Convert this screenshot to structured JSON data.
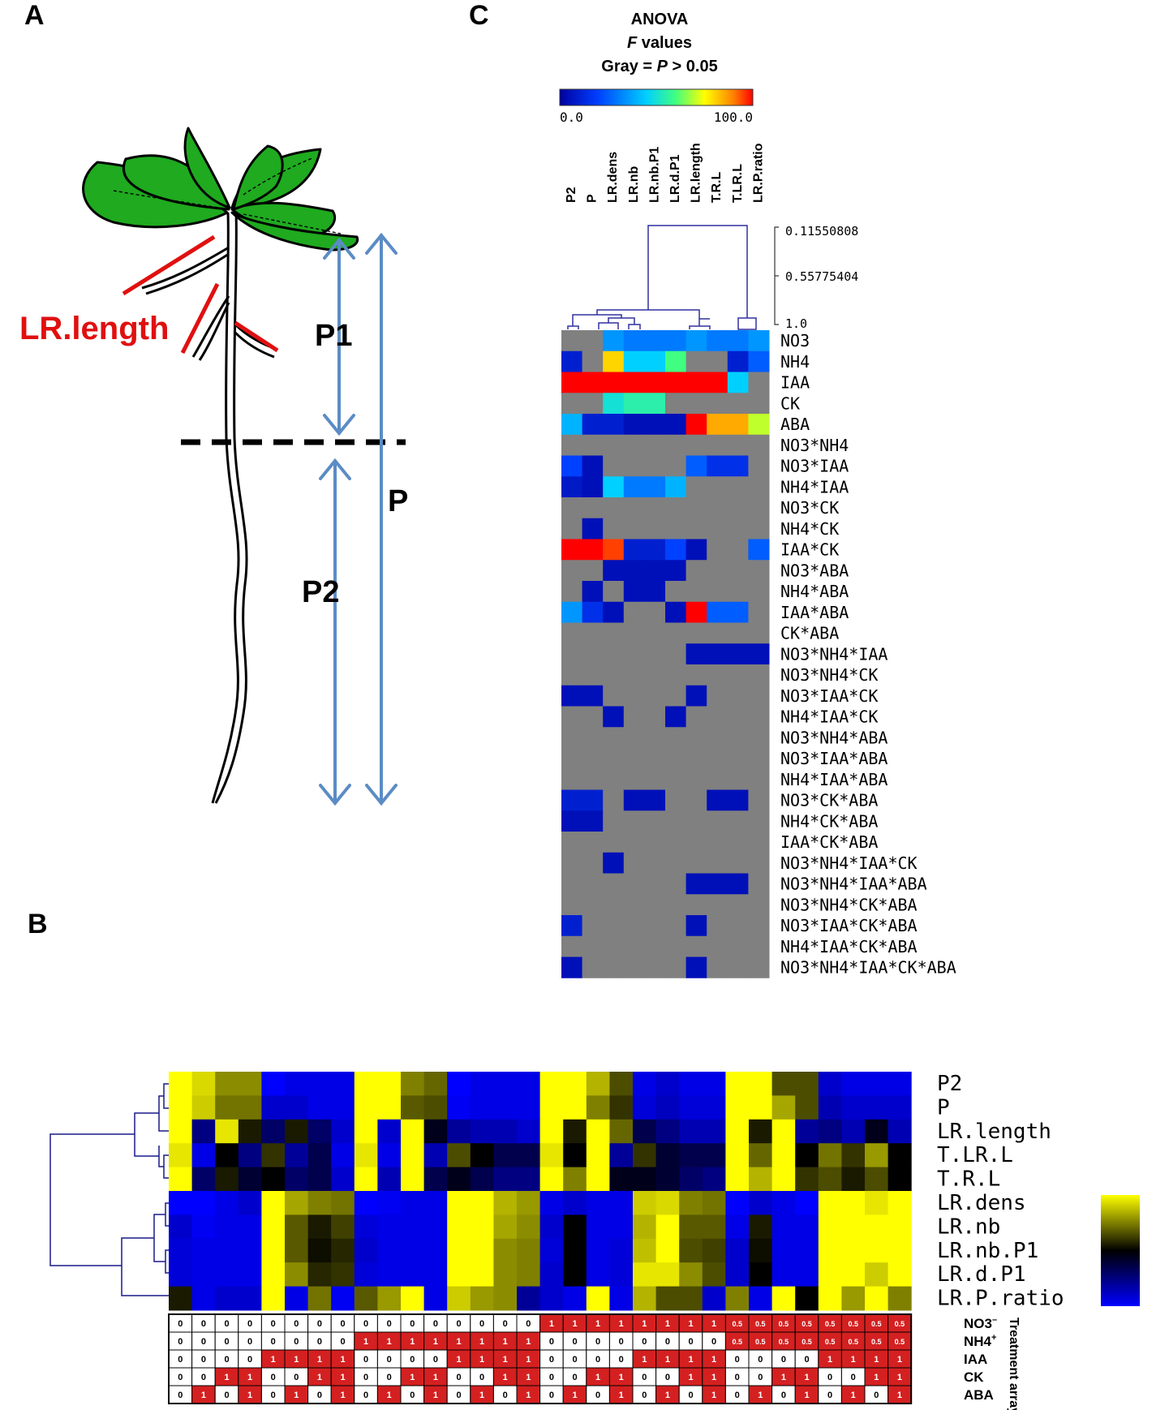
{
  "panels": {
    "a": "A",
    "b": "B",
    "c": "C"
  },
  "panel_a": {
    "lr_length_label": "LR.length",
    "p1_label": "P1",
    "p2_label": "P2",
    "p_label": "P"
  },
  "panel_c": {
    "legend_line1": "ANOVA",
    "legend_line2_italic": "F",
    "legend_line2_rest": "values",
    "legend_line3_prefix": "Gray = ",
    "legend_line3_italic": "P",
    "legend_line3_rest": " > 0.05",
    "scale_min": "0.0",
    "scale_max": "100.0",
    "dendro_ticks": [
      "0.11550808",
      "0.55775404",
      "1.0"
    ],
    "columns": [
      "P2",
      "P",
      "LR.dens",
      "LR.nb",
      "LR.nb.P1",
      "LR.d.P1",
      "LR.length",
      "T.R.L",
      "T.LR.L",
      "LR.P.ratio"
    ],
    "rows": [
      "NO3",
      "NH4",
      "IAA",
      "CK",
      "ABA",
      "NO3*NH4",
      "NO3*IAA",
      "NH4*IAA",
      "NO3*CK",
      "NH4*CK",
      "IAA*CK",
      "NO3*ABA",
      "NH4*ABA",
      "IAA*ABA",
      "CK*ABA",
      "NO3*NH4*IAA",
      "NO3*NH4*CK",
      "NO3*IAA*CK",
      "NH4*IAA*CK",
      "NO3*NH4*ABA",
      "NO3*IAA*ABA",
      "NH4*IAA*ABA",
      "NO3*CK*ABA",
      "NH4*CK*ABA",
      "IAA*CK*ABA",
      "NO3*NH4*IAA*CK",
      "NO3*NH4*IAA*ABA",
      "NO3*NH4*CK*ABA",
      "NO3*IAA*CK*ABA",
      "NH4*IAA*CK*ABA",
      "NO3*NH4*IAA*CK*ABA"
    ],
    "f_values": [
      [
        null,
        null,
        35,
        30,
        30,
        30,
        35,
        30,
        30,
        35
      ],
      [
        10,
        null,
        80,
        45,
        45,
        60,
        null,
        null,
        10,
        25
      ],
      [
        100,
        100,
        100,
        100,
        100,
        100,
        100,
        100,
        45,
        null
      ],
      [
        null,
        null,
        50,
        55,
        55,
        null,
        null,
        null,
        null,
        null
      ],
      [
        40,
        10,
        10,
        5,
        5,
        5,
        100,
        85,
        85,
        70
      ],
      [
        null,
        null,
        null,
        null,
        null,
        null,
        null,
        null,
        null,
        null
      ],
      [
        20,
        5,
        null,
        null,
        null,
        null,
        25,
        15,
        15,
        null
      ],
      [
        8,
        5,
        45,
        30,
        30,
        40,
        null,
        null,
        null,
        null
      ],
      [
        null,
        null,
        null,
        null,
        null,
        null,
        null,
        null,
        null,
        null
      ],
      [
        null,
        5,
        null,
        null,
        null,
        null,
        null,
        null,
        null,
        null
      ],
      [
        100,
        100,
        95,
        10,
        10,
        20,
        5,
        null,
        null,
        25
      ],
      [
        null,
        null,
        5,
        5,
        5,
        5,
        null,
        null,
        null,
        null
      ],
      [
        null,
        5,
        null,
        5,
        5,
        null,
        null,
        null,
        null,
        null
      ],
      [
        35,
        15,
        5,
        null,
        null,
        5,
        100,
        25,
        25,
        null
      ],
      [
        null,
        null,
        null,
        null,
        null,
        null,
        null,
        null,
        null,
        null
      ],
      [
        null,
        null,
        null,
        null,
        null,
        null,
        5,
        5,
        5,
        5
      ],
      [
        null,
        null,
        null,
        null,
        null,
        null,
        null,
        null,
        null,
        null
      ],
      [
        5,
        5,
        null,
        null,
        null,
        null,
        5,
        null,
        null,
        null
      ],
      [
        null,
        null,
        5,
        null,
        null,
        5,
        null,
        null,
        null,
        null
      ],
      [
        null,
        null,
        null,
        null,
        null,
        null,
        null,
        null,
        null,
        null
      ],
      [
        null,
        null,
        null,
        null,
        null,
        null,
        null,
        null,
        null,
        null
      ],
      [
        null,
        null,
        null,
        null,
        null,
        null,
        null,
        null,
        null,
        null
      ],
      [
        10,
        10,
        null,
        5,
        5,
        null,
        null,
        5,
        5,
        null
      ],
      [
        5,
        5,
        null,
        null,
        null,
        null,
        null,
        null,
        null,
        null
      ],
      [
        null,
        null,
        null,
        null,
        null,
        null,
        null,
        null,
        null,
        null
      ],
      [
        null,
        null,
        5,
        null,
        null,
        null,
        null,
        null,
        null,
        null
      ],
      [
        null,
        null,
        null,
        null,
        null,
        null,
        5,
        5,
        5,
        null
      ],
      [
        null,
        null,
        null,
        null,
        null,
        null,
        null,
        null,
        null,
        null
      ],
      [
        10,
        null,
        null,
        null,
        null,
        null,
        5,
        null,
        null,
        null
      ],
      [
        null,
        null,
        null,
        null,
        null,
        null,
        null,
        null,
        null,
        null
      ],
      [
        5,
        null,
        null,
        null,
        null,
        null,
        5,
        null,
        null,
        null
      ]
    ],
    "colors": {
      "gray": "#808080"
    }
  },
  "panel_b": {
    "rows": [
      "P2",
      "P",
      "LR.length",
      "T.LR.L",
      "T.R.L",
      "LR.dens",
      "LR.nb",
      "LR.nb.P1",
      "LR.d.P1",
      "LR.P.ratio"
    ],
    "values": [
      [
        1,
        0.85,
        0.55,
        0.55,
        -1,
        -0.9,
        -0.9,
        -0.9,
        1,
        1,
        0.5,
        0.4,
        -1,
        -0.9,
        -0.9,
        -0.9,
        1,
        1,
        0.7,
        0.3,
        -0.9,
        -0.8,
        -0.9,
        -0.9,
        1,
        1,
        0.3,
        0.3,
        -0.8,
        -0.9,
        -0.9,
        -0.9
      ],
      [
        1,
        0.8,
        0.45,
        0.45,
        -0.8,
        -0.8,
        -0.9,
        -0.9,
        1,
        1,
        0.35,
        0.3,
        -0.95,
        -0.9,
        -0.9,
        -0.9,
        1,
        1,
        0.5,
        0.2,
        -0.85,
        -0.75,
        -0.85,
        -0.85,
        1,
        1,
        0.65,
        0.3,
        -0.7,
        -0.8,
        -0.8,
        -0.8
      ],
      [
        1,
        -0.5,
        0.9,
        0.1,
        -0.4,
        0.1,
        -0.4,
        -0.8,
        1,
        -0.8,
        1,
        -0.1,
        -0.6,
        -0.7,
        -0.7,
        -0.8,
        1,
        0.1,
        1,
        0.4,
        -0.3,
        -0.5,
        -0.7,
        -0.7,
        1,
        0.1,
        1,
        -0.6,
        -0.5,
        -0.7,
        -0.1,
        -0.7
      ],
      [
        0.9,
        -0.9,
        0,
        -0.5,
        0.2,
        -0.6,
        -0.3,
        -0.9,
        0.9,
        -0.9,
        1,
        -0.7,
        0.3,
        0,
        -0.3,
        -0.3,
        0.9,
        0,
        1,
        -0.6,
        0.2,
        -0.2,
        -0.3,
        -0.3,
        1,
        0.4,
        1,
        0,
        0.45,
        0.2,
        0.6,
        0
      ],
      [
        1,
        -0.4,
        0.1,
        -0.2,
        0,
        -0.4,
        -0.3,
        -0.8,
        1,
        -0.7,
        1,
        -0.3,
        -0.1,
        -0.3,
        -0.5,
        -0.5,
        1,
        0.5,
        1,
        -0.1,
        -0.1,
        -0.2,
        -0.4,
        -0.5,
        1,
        0.7,
        1,
        0.2,
        0.3,
        0.1,
        0.3,
        0
      ],
      [
        -1,
        -1,
        -0.9,
        -0.8,
        1,
        0.65,
        0.5,
        0.45,
        -1,
        -0.95,
        -0.9,
        -0.9,
        1,
        1,
        0.7,
        0.6,
        -0.9,
        -0.8,
        -0.9,
        -0.9,
        0.8,
        0.85,
        0.5,
        0.45,
        -1,
        -0.8,
        -0.9,
        -1,
        1,
        1,
        0.9,
        1
      ],
      [
        -0.8,
        -0.95,
        -0.9,
        -0.9,
        1,
        0.35,
        0.1,
        0.25,
        -0.85,
        -0.9,
        -0.9,
        -0.9,
        1,
        1,
        0.65,
        0.55,
        -0.8,
        0,
        -0.9,
        -0.9,
        0.7,
        1,
        0.35,
        0.35,
        -0.9,
        0.1,
        -0.9,
        -0.9,
        1,
        1,
        1,
        1
      ],
      [
        -0.85,
        -0.9,
        -0.9,
        -0.9,
        1,
        0.35,
        0.05,
        0.15,
        -0.8,
        -0.9,
        -0.9,
        -0.9,
        1,
        1,
        0.55,
        0.5,
        -0.85,
        0,
        -0.9,
        -0.85,
        0.75,
        1,
        0.3,
        0.25,
        -0.8,
        0.05,
        -0.9,
        -0.9,
        1,
        1,
        1,
        1
      ],
      [
        -0.85,
        -0.9,
        -0.9,
        -0.9,
        1,
        0.55,
        0.15,
        0.2,
        -0.85,
        -0.9,
        -0.9,
        -0.9,
        1,
        1,
        0.55,
        0.5,
        -0.8,
        0,
        -0.9,
        -0.85,
        0.9,
        0.9,
        0.55,
        0.3,
        -0.8,
        0,
        -0.9,
        -0.9,
        1,
        1,
        0.8,
        1
      ],
      [
        0.1,
        -0.9,
        -0.8,
        -0.8,
        1,
        -0.9,
        0.45,
        -0.95,
        0.35,
        0.6,
        1,
        -0.9,
        0.8,
        0.6,
        0.55,
        -0.6,
        -0.8,
        -0.9,
        1,
        -0.9,
        0.7,
        0.3,
        0.3,
        -0.8,
        0.5,
        -0.9,
        1,
        0,
        1,
        0.6,
        1,
        0.5
      ]
    ],
    "colors": {
      "high": "#ffff00",
      "mid": "#000000",
      "low": "#0000ff"
    },
    "treatment_rows": [
      "NO3",
      "NH4",
      "IAA",
      "CK",
      "ABA"
    ],
    "treatment_sub": [
      "–",
      "+",
      "",
      "",
      ""
    ],
    "treatment_values": [
      [
        "0",
        "0",
        "0",
        "0",
        "0",
        "0",
        "0",
        "0",
        "0",
        "0",
        "0",
        "0",
        "0",
        "0",
        "0",
        "0",
        "1",
        "1",
        "1",
        "1",
        "1",
        "1",
        "1",
        "1",
        "0.5",
        "0.5",
        "0.5",
        "0.5",
        "0.5",
        "0.5",
        "0.5",
        "0.5"
      ],
      [
        "0",
        "0",
        "0",
        "0",
        "0",
        "0",
        "0",
        "0",
        "1",
        "1",
        "1",
        "1",
        "1",
        "1",
        "1",
        "1",
        "0",
        "0",
        "0",
        "0",
        "0",
        "0",
        "0",
        "0",
        "0.5",
        "0.5",
        "0.5",
        "0.5",
        "0.5",
        "0.5",
        "0.5",
        "0.5"
      ],
      [
        "0",
        "0",
        "0",
        "0",
        "1",
        "1",
        "1",
        "1",
        "0",
        "0",
        "0",
        "0",
        "1",
        "1",
        "1",
        "1",
        "0",
        "0",
        "0",
        "0",
        "1",
        "1",
        "1",
        "1",
        "0",
        "0",
        "0",
        "0",
        "1",
        "1",
        "1",
        "1"
      ],
      [
        "0",
        "0",
        "1",
        "1",
        "0",
        "0",
        "1",
        "1",
        "0",
        "0",
        "1",
        "1",
        "0",
        "0",
        "1",
        "1",
        "0",
        "0",
        "1",
        "1",
        "0",
        "0",
        "1",
        "1",
        "0",
        "0",
        "1",
        "1",
        "0",
        "0",
        "1",
        "1"
      ],
      [
        "0",
        "1",
        "0",
        "1",
        "0",
        "1",
        "0",
        "1",
        "0",
        "1",
        "0",
        "1",
        "0",
        "1",
        "0",
        "1",
        "0",
        "1",
        "0",
        "1",
        "0",
        "1",
        "0",
        "1",
        "0",
        "1",
        "0",
        "1",
        "0",
        "1",
        "0",
        "1"
      ]
    ],
    "treatment_colors": {
      "on": "#d42020",
      "off": "#ffffff"
    },
    "side_label": "Treatment array"
  }
}
